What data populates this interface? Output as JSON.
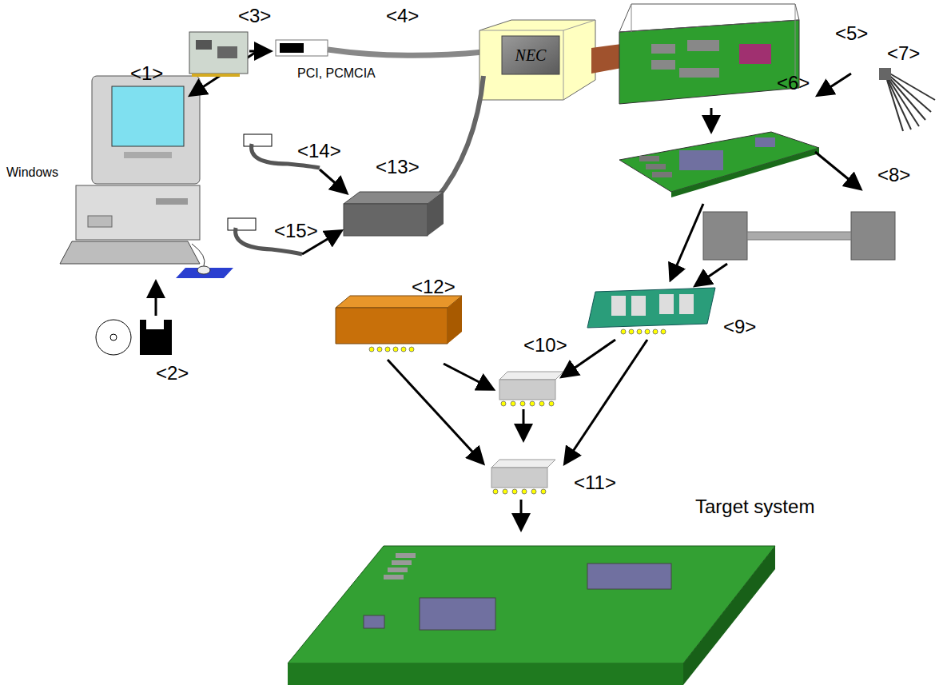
{
  "diagram": {
    "nodes": [
      {
        "text": [
          "NEC"
        ]
      },
      {
        "text": [
          "Target system"
        ]
      }
    ],
    "labels": [
      "<3>",
      "<4>",
      "<1>",
      "PCI, PCMCIA",
      "Windows",
      "<14>",
      "<5>",
      "<7>",
      "<6>",
      "<8>",
      "<13>",
      "<15>",
      "<12>",
      "<10>",
      "<9>",
      "<2>",
      "<11>"
    ]
  }
}
